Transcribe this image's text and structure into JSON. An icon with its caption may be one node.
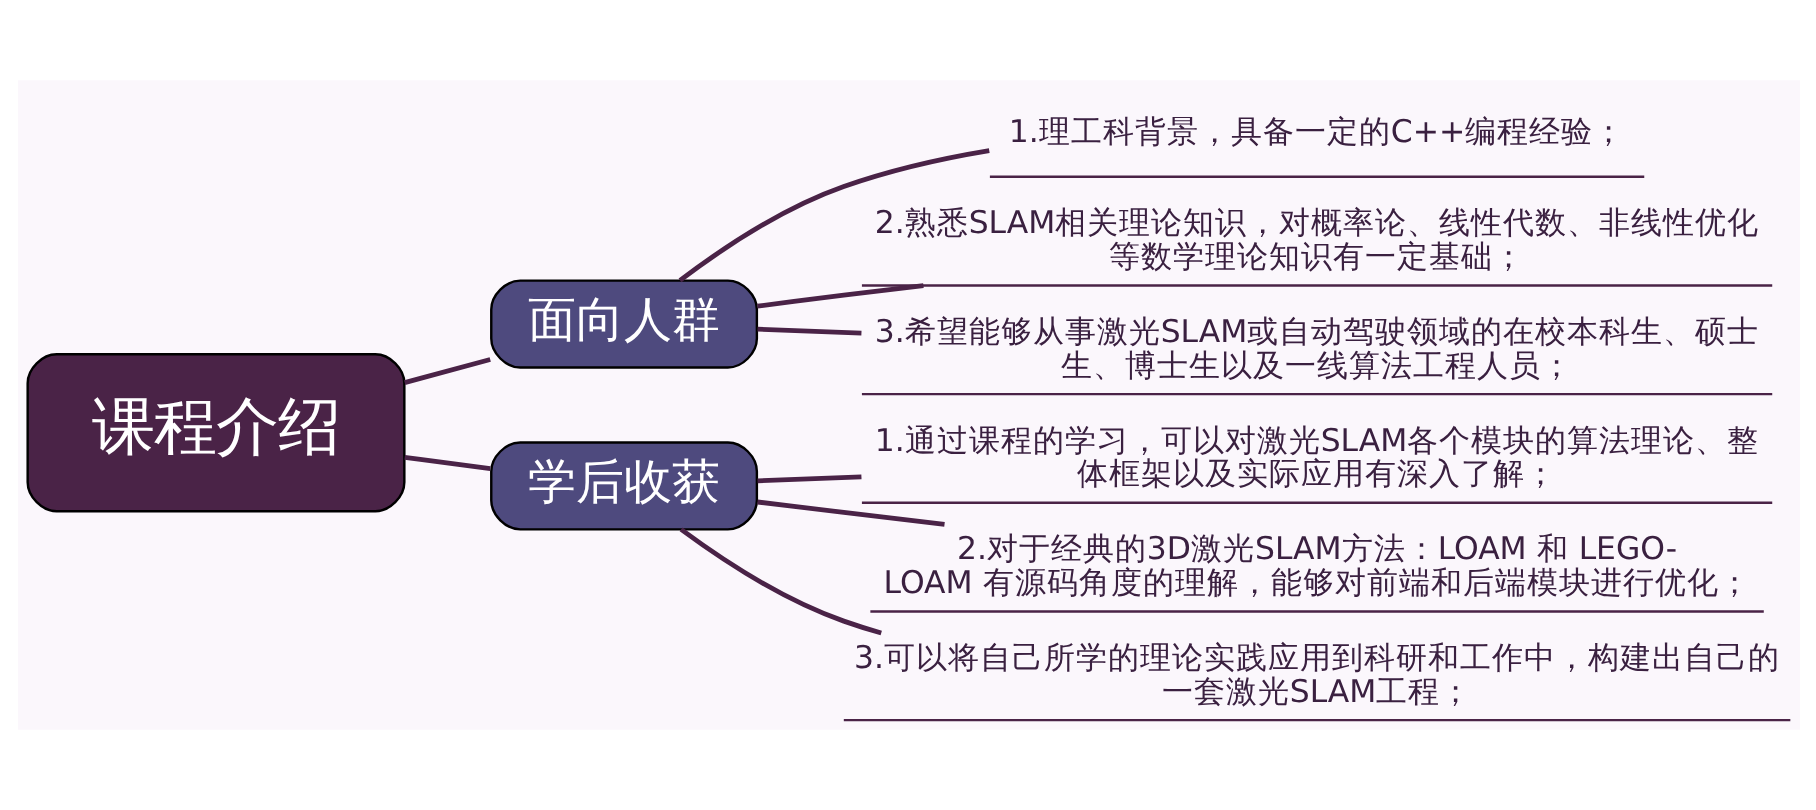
{
  "diagram": {
    "nodes": [
      {
        "text": [
          "课程介绍"
        ]
      },
      {
        "text": [
          "面向人群"
        ]
      },
      {
        "text": [
          "学后收获"
        ]
      },
      {
        "text": [
          "1.理工科背景，具备一定的C++编程经验；"
        ]
      },
      {
        "text": [
          "2.熟悉SLAM相关理论知识，对概率论、线性代数、非线性优化等数学理论知识有一定基础；"
        ]
      },
      {
        "text": [
          "3.希望能够从事激光SLAM或自动驾驶领域的在校本科生、硕士生、博士生以及一线算法工程人员；"
        ]
      },
      {
        "text": [
          "1.通过课程的学习，可以对激光SLAM各个模块的算法理论、整体框架以及实际应用有深入了解；"
        ]
      },
      {
        "text": [
          "2.对于经典的3D激光SLAM方法：LOAM 和 LEGO-LOAM 有源码角度的理解，能够对前端和后端模块进行优化；"
        ]
      },
      {
        "text": [
          "3.可以将自己所学的理论实践应用到科研和工作中，构建出自己的一套激光SLAM工程；"
        ]
      }
    ],
    "edges": [
      {
        "from": 0,
        "to": 1,
        "arrow": "none"
      },
      {
        "from": 0,
        "to": 2,
        "arrow": "none"
      },
      {
        "from": 1,
        "to": 3,
        "arrow": "none"
      },
      {
        "from": 1,
        "to": 4,
        "arrow": "none"
      },
      {
        "from": 1,
        "to": 5,
        "arrow": "none"
      },
      {
        "from": 2,
        "to": 6,
        "arrow": "none"
      },
      {
        "from": 2,
        "to": 7,
        "arrow": "none"
      },
      {
        "from": 2,
        "to": 8,
        "arrow": "none"
      }
    ]
  }
}
